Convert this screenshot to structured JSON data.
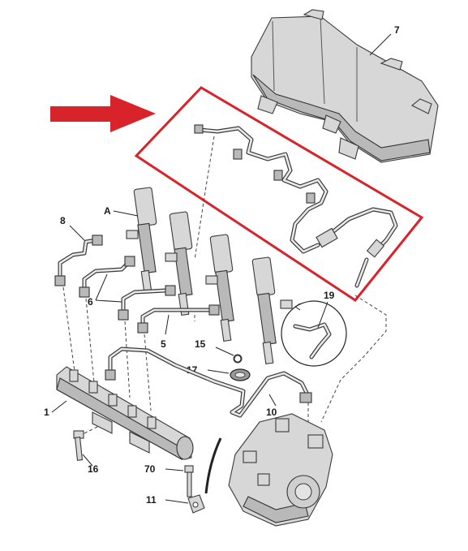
{
  "labels": {
    "l7": "7",
    "lA": "A",
    "l8": "8",
    "l6": "6",
    "l5": "5",
    "l15": "15",
    "l17": "17",
    "l19": "19",
    "l1": "1",
    "l10": "10",
    "l16": "16",
    "l70": "70",
    "l11": "11"
  },
  "colors": {
    "highlight": "#d9232a",
    "arrow": "#d9232a",
    "line": "#3a3a3a",
    "part_fill": "#d7d7d7"
  },
  "icons": {
    "pointer": "red-arrow-icon"
  }
}
